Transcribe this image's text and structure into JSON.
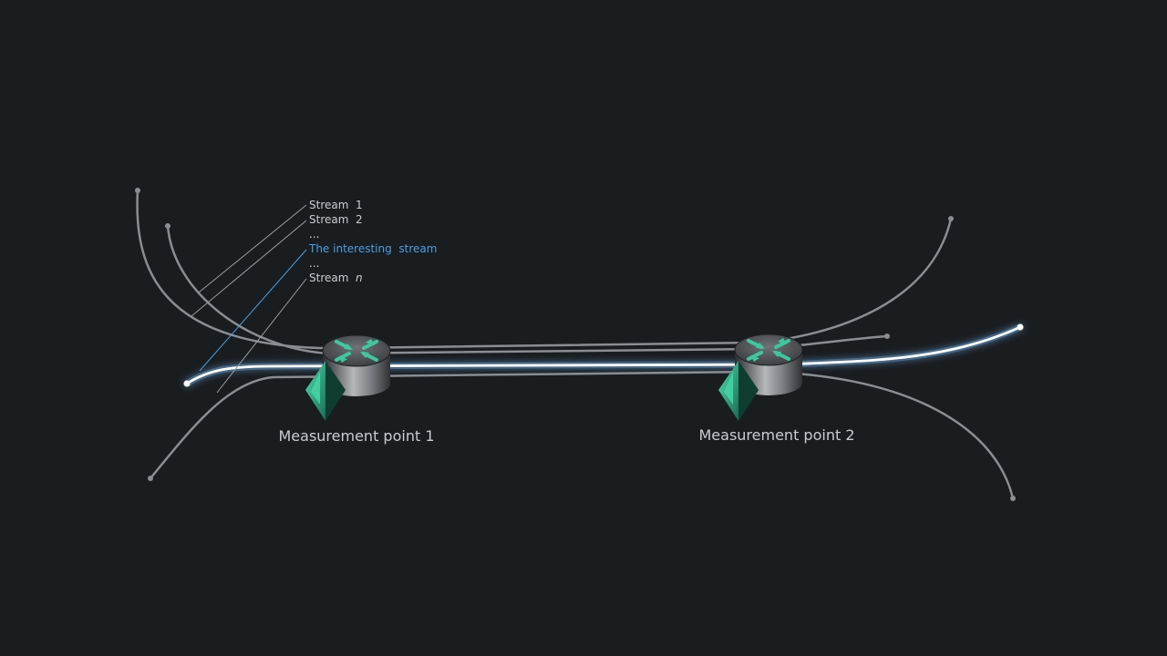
{
  "legend": {
    "stream_1": "Stream  1",
    "stream_2": "Stream  2",
    "ellipsis_1": "...",
    "interesting_stream": "The interesting  stream",
    "ellipsis_2": "...",
    "stream_n_prefix": "Stream  ",
    "stream_n_var": "n"
  },
  "measurement_points": [
    {
      "label": "Measurement point 1",
      "icon": "router-icon",
      "marker": "crystal-icon"
    },
    {
      "label": "Measurement point 2",
      "icon": "router-icon",
      "marker": "crystal-icon"
    }
  ],
  "colors": {
    "background": "#1a1d20",
    "stream": "#8a8d91",
    "highlight_stream": "#ffffff",
    "highlight_glow": "#6aa8e0",
    "highlight_text": "#4a9ee0",
    "text": "#c9ccd0",
    "router_arrows": "#3ec8a0",
    "crystal": "#2fa37e"
  }
}
